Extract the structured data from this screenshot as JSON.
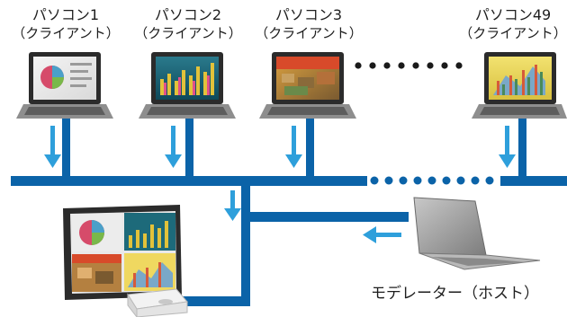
{
  "clients": [
    {
      "name": "パソコン1",
      "role": "（クライアント）"
    },
    {
      "name": "パソコン2",
      "role": "（クライアント）"
    },
    {
      "name": "パソコン3",
      "role": "（クライアント）"
    },
    {
      "name": "パソコン49",
      "role": "（クライアント）"
    }
  ],
  "host": {
    "label": "モデレーター（ホスト）"
  },
  "colors": {
    "network_line": "#0b63a8",
    "arrow": "#2e9fdb",
    "laptop_body": "#9a9a9a",
    "laptop_dark": "#3a3a3a",
    "display_frame": "#2b2b2b"
  },
  "icons": [
    "laptop-icon",
    "down-arrow-icon",
    "left-arrow-icon",
    "display-panel-icon",
    "projector-icon"
  ]
}
